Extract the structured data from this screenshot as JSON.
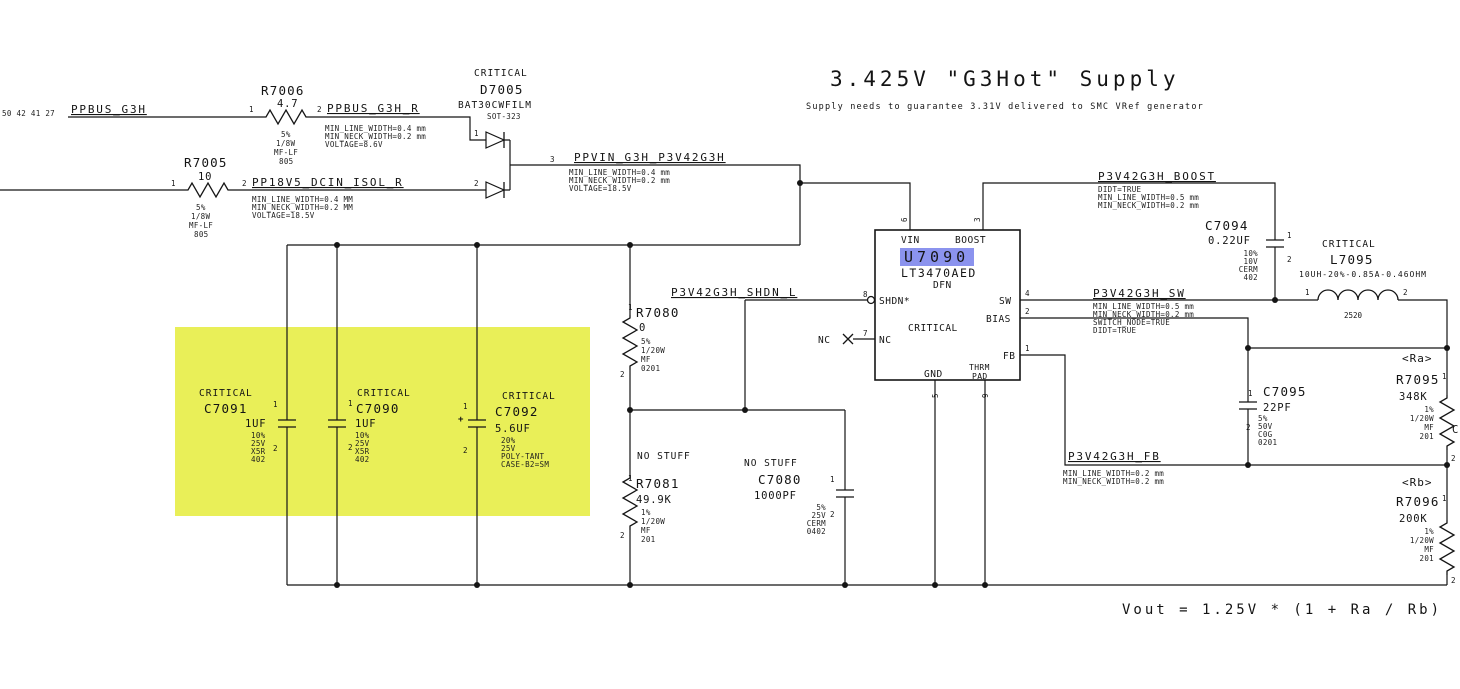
{
  "title": {
    "main": "3.425V \"G3Hot\" Supply",
    "subtitle": "Supply needs to guarantee 3.31V delivered to SMC VRef generator"
  },
  "formula": "Vout = 1.25V * (1 + Ra / Rb)",
  "page_refs": "50 42 41 27",
  "off_page_ref": "C",
  "colors": {
    "selection_highlight": "#8b93ee",
    "region_highlight": "#e9ef58",
    "wire": "#151515",
    "background": "#ffffff"
  },
  "nets": {
    "ppbus_g3h": {
      "label": "PPBUS_G3H"
    },
    "ppbus_g3h_r": {
      "label": "PPBUS_G3H_R",
      "attrs": [
        "MIN_LINE_WIDTH=0.4 mm",
        "MIN_NECK_WIDTH=0.2 mm",
        "VOLTAGE=8.6V"
      ]
    },
    "pp18v5_dcin_isol_r": {
      "label": "PP18V5_DCIN_ISOL_R",
      "attrs": [
        "MIN_LINE_WIDTH=0.4 MM",
        "MIN_NECK_WIDTH=0.2 MM",
        "VOLTAGE=18.5V"
      ]
    },
    "ppvin_g3h_p3v42g3h": {
      "label": "PPVIN_G3H_P3V42G3H",
      "attrs": [
        "MIN_LINE_WIDTH=0.4 mm",
        "MIN_NECK_WIDTH=0.2 mm",
        "VOLTAGE=18.5V"
      ]
    },
    "p3v42g3h_boost": {
      "label": "P3V42G3H_BOOST",
      "attrs": [
        "DIDT=TRUE",
        "MIN_LINE_WIDTH=0.5 mm",
        "MIN_NECK_WIDTH=0.2 mm"
      ]
    },
    "p3v42g3h_sw": {
      "label": "P3V42G3H_SW",
      "attrs": [
        "MIN_LINE_WIDTH=0.5 mm",
        "MIN_NECK_WIDTH=0.2 mm",
        "SWITCH_NODE=TRUE",
        "DIDT=TRUE"
      ]
    },
    "p3v42g3h_shdn_l": {
      "label": "P3V42G3H_SHDN_L"
    },
    "p3v42g3h_fb": {
      "label": "P3V42G3H_FB",
      "attrs": [
        "MIN_LINE_WIDTH=0.2 mm",
        "MIN_NECK_WIDTH=0.2 mm"
      ]
    }
  },
  "components": {
    "r7006": {
      "ref": "R7006",
      "value": "4.7",
      "attrs": [
        "5%",
        "1/8W",
        "MF-LF",
        "805"
      ],
      "pin1": "1",
      "pin2": "2"
    },
    "r7005": {
      "ref": "R7005",
      "value": "10",
      "attrs": [
        "5%",
        "1/8W",
        "MF-LF",
        "805"
      ],
      "pin1": "1",
      "pin2": "2"
    },
    "d7005": {
      "critical": "CRITICAL",
      "ref": "D7005",
      "part": "BAT30CWFILM",
      "package": "SOT-323",
      "pin1": "1",
      "pin2": "2",
      "pin3": "3"
    },
    "u7090": {
      "critical": "CRITICAL",
      "ref": "U7090",
      "part": "LT3470AED",
      "package": "DFN",
      "nc_flag": "NC",
      "pin_names": {
        "vin": "VIN",
        "boost": "BOOST",
        "shdn": "SHDN*",
        "nc": "NC",
        "sw": "SW",
        "bias": "BIAS",
        "fb": "FB",
        "gnd": "GND",
        "thrm1": "THRM",
        "thrm2": "PAD"
      },
      "pin_nums": {
        "vin": "6",
        "boost": "3",
        "shdn": "8",
        "nc": "7",
        "sw": "4",
        "bias": "2",
        "fb": "1",
        "gnd": "5",
        "thrm": "9"
      }
    },
    "c7094": {
      "ref": "C7094",
      "value": "0.22UF",
      "attrs": [
        "10%",
        "10V",
        "CERM",
        "402"
      ],
      "pin1": "1",
      "pin2": "2"
    },
    "l7095": {
      "critical": "CRITICAL",
      "ref": "L7095",
      "value": "10UH-20%-0.85A-0.46OHM",
      "package": "2520",
      "pin1": "1",
      "pin2": "2"
    },
    "c7091": {
      "critical": "CRITICAL",
      "ref": "C7091",
      "value": "1UF",
      "attrs": [
        "10%",
        "25V",
        "X5R",
        "402"
      ],
      "pin1": "1",
      "pin2": "2"
    },
    "c7090": {
      "critical": "CRITICAL",
      "ref": "C7090",
      "value": "1UF",
      "attrs": [
        "10%",
        "25V",
        "X5R",
        "402"
      ],
      "pin1": "1",
      "pin2": "2"
    },
    "c7092": {
      "critical": "CRITICAL",
      "ref": "C7092",
      "value": "5.6UF",
      "attrs": [
        "20%",
        "25V",
        "POLY-TANT",
        "CASE-B2=SM"
      ],
      "pin1": "1",
      "pin2": "2",
      "polarity": "+"
    },
    "r7080": {
      "ref": "R7080",
      "value": "0",
      "attrs": [
        "5%",
        "1/20W",
        "MF",
        "0201"
      ],
      "pin1": "1",
      "pin2": "2"
    },
    "r7081": {
      "stuff": "NO STUFF",
      "ref": "R7081",
      "value": "49.9K",
      "attrs": [
        "1%",
        "1/20W",
        "MF",
        "201"
      ],
      "pin1": "1",
      "pin2": "2"
    },
    "c7080": {
      "stuff": "NO STUFF",
      "ref": "C7080",
      "value": "1000PF",
      "attrs": [
        "5%",
        "25V",
        "CERM",
        "0402"
      ],
      "pin1": "1",
      "pin2": "2"
    },
    "c7095": {
      "ref": "C7095",
      "value": "22PF",
      "attrs": [
        "5%",
        "50V",
        "C0G",
        "0201"
      ],
      "pin1": "1",
      "pin2": "2"
    },
    "r7095": {
      "alias": "<Ra>",
      "ref": "R7095",
      "value": "348K",
      "attrs": [
        "1%",
        "1/20W",
        "MF",
        "201"
      ],
      "pin1": "1",
      "pin2": "2"
    },
    "r7096": {
      "alias": "<Rb>",
      "ref": "R7096",
      "value": "200K",
      "attrs": [
        "1%",
        "1/20W",
        "MF",
        "201"
      ],
      "pin1": "1",
      "pin2": "2"
    }
  }
}
